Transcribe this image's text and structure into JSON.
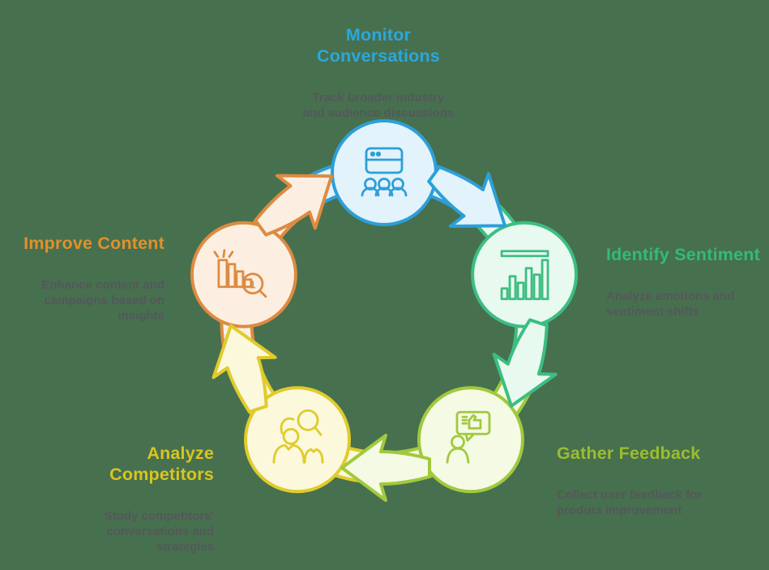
{
  "background_color": "#47704F",
  "description_color": "#54585B",
  "diagram_title": "",
  "nodes": [
    {
      "id": "monitor-conversations",
      "title": "Monitor\nConversations",
      "description": "Track broader industry\nand audience discussions",
      "title_color": "#2AA8DC",
      "stroke": "#2D9FD8",
      "fill": "#E2F3FB",
      "icon": "audience-monitor-icon"
    },
    {
      "id": "identify-sentiment",
      "title": "Identify Sentiment",
      "description": "Analyze emotions and\nsentiment shifts",
      "title_color": "#33BA79",
      "stroke": "#3CBE82",
      "fill": "#E8F9EF",
      "icon": "sentiment-bar-chart-icon"
    },
    {
      "id": "gather-feedback",
      "title": "Gather Feedback",
      "description": "Collect user feedback for\nproduct improvement",
      "title_color": "#9CBC2F",
      "stroke": "#A1C93D",
      "fill": "#F4FAE3",
      "icon": "feedback-speech-bubble-icon"
    },
    {
      "id": "analyze-competitors",
      "title": "Analyze\nCompetitors",
      "description": "Study competitors'\nconversations and\nstrategies",
      "title_color": "#D8C51E",
      "stroke": "#E0CB2B",
      "fill": "#FBF8DC",
      "icon": "competitor-magnifier-icon"
    },
    {
      "id": "improve-content",
      "title": "Improve Content",
      "description": "Enhance content and\ncampaigns based on\ninsights",
      "title_color": "#E0912C",
      "stroke": "#DD8B41",
      "fill": "#FCEFE1",
      "icon": "insight-rank-chart-icon"
    }
  ]
}
